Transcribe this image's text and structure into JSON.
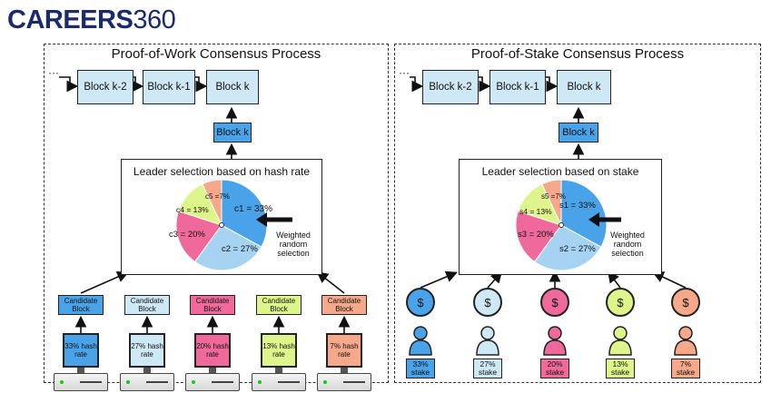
{
  "brand": {
    "bold": "CAREERS",
    "light": "360"
  },
  "pow": {
    "title": "Proof-of-Work Consensus Process",
    "chain": [
      "Block k-2",
      "Block k-1",
      "Block k"
    ],
    "chain_dots": "···",
    "new_block": "Block k",
    "leader_title": "Leader selection based on hash rate",
    "weighted": "Weighted random selection",
    "slices": [
      {
        "label": "c1 = 33%",
        "value": 33,
        "color": "#4aa3e8"
      },
      {
        "label": "c2 = 27%",
        "value": 27,
        "color": "#a6d3f2"
      },
      {
        "label": "c3 = 20%",
        "value": 20,
        "color": "#ef6a9a"
      },
      {
        "label": "c4 = 13%",
        "value": 13,
        "color": "#ddf58a"
      },
      {
        "label": "c5 =7%",
        "value": 7,
        "color": "#f6a98a"
      }
    ],
    "candidates": [
      {
        "block": "Candidate Block",
        "rate": "33% hash rate",
        "color": "#4aa3e8"
      },
      {
        "block": "Candidate Block",
        "rate": "27% hash rate",
        "color": "#cfe8f5"
      },
      {
        "block": "Candidate Block",
        "rate": "20% hash rate",
        "color": "#ef6a9a"
      },
      {
        "block": "Candidate Block",
        "rate": "13% hash rate",
        "color": "#ddf58a"
      },
      {
        "block": "Candidate Block",
        "rate": "7% hash rate",
        "color": "#f6a98a"
      }
    ]
  },
  "pos": {
    "title": "Proof-of-Stake Consensus Process",
    "chain": [
      "Block k-2",
      "Block k-1",
      "Block k"
    ],
    "chain_dots": "···",
    "new_block": "Block k",
    "leader_title": "Leader selection based on stake",
    "weighted": "Weighted random selection",
    "slices": [
      {
        "label": "s1 = 33%",
        "value": 33,
        "color": "#4aa3e8"
      },
      {
        "label": "s2 = 27%",
        "value": 27,
        "color": "#a6d3f2"
      },
      {
        "label": "s3 = 20%",
        "value": 20,
        "color": "#ef6a9a"
      },
      {
        "label": "s4 = 13%",
        "value": 13,
        "color": "#ddf58a"
      },
      {
        "label": "s5 =7%",
        "value": 7,
        "color": "#f6a98a"
      }
    ],
    "stakers": [
      {
        "coin": "$",
        "stake": "33% stake",
        "color": "#4aa3e8"
      },
      {
        "coin": "$",
        "stake": "27% stake",
        "color": "#cfe8f5"
      },
      {
        "coin": "$",
        "stake": "20% stake",
        "color": "#ef6a9a"
      },
      {
        "coin": "$",
        "stake": "13% stake",
        "color": "#ddf58a"
      },
      {
        "coin": "$",
        "stake": "7% stake",
        "color": "#f6a98a"
      }
    ]
  }
}
